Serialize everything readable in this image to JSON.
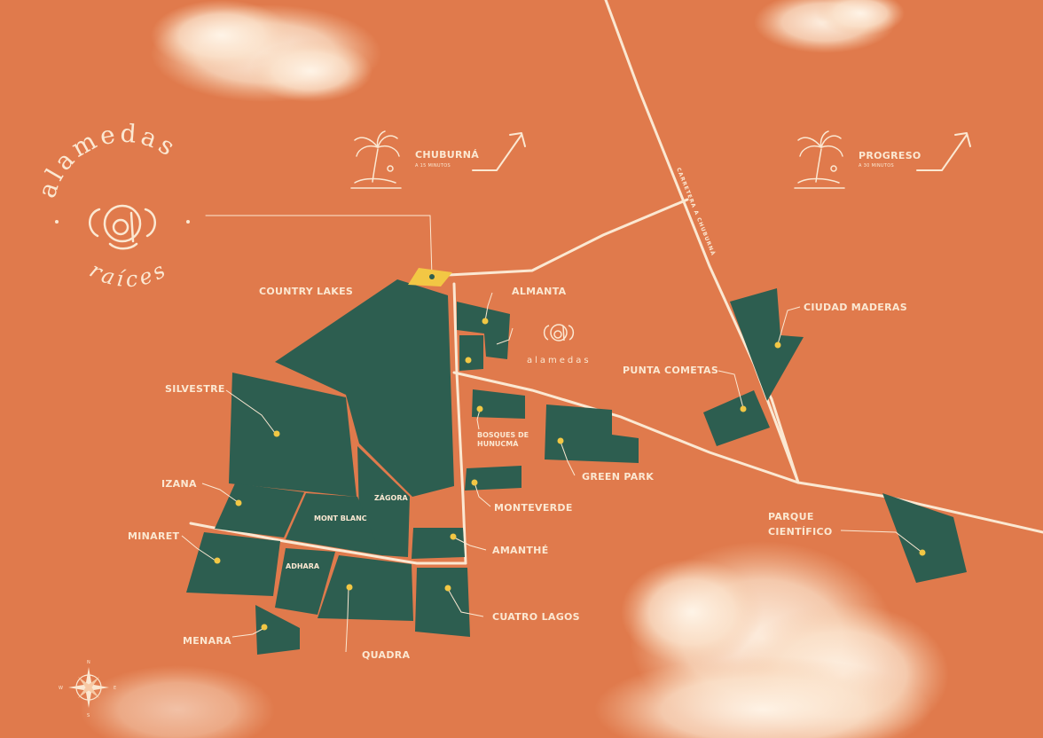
{
  "brand": {
    "top": "alamedas",
    "bottom": "raíces",
    "center_brand": "alamedas"
  },
  "destinations": {
    "chuburna": {
      "name": "CHUBURNÁ",
      "time": "A 15 MINUTOS"
    },
    "progreso": {
      "name": "PROGRESO",
      "time": "A 30 MINUTOS"
    }
  },
  "road_label": "CARRETERA A CHUBURNÁ",
  "developments": {
    "country_lakes": "COUNTRY LAKES",
    "almanta": "ALMANTA",
    "ciudad_maderas": "CIUDAD MADERAS",
    "punta_cometas": "PUNTA COMETAS",
    "silvestre": "SILVESTRE",
    "bosques_line1": "BOSQUES DE",
    "bosques_line2": "HUNUCMÁ",
    "green_park": "GREEN PARK",
    "izana": "IZANA",
    "zagora": "ZÁGORA",
    "mont_blanc": "MONT BLANC",
    "monteverde": "MONTEVERDE",
    "parque_line1": "PARQUE",
    "parque_line2": "CIENTÍFICO",
    "minaret": "MINARET",
    "amanthe": "AMANTHÉ",
    "adhara": "ADHARA",
    "cuatro_lagos": "CUATRO LAGOS",
    "menara": "MENARA",
    "quadra": "QUADRA"
  },
  "compass": {
    "n": "N",
    "s": "S",
    "e": "E",
    "w": "W"
  },
  "colors": {
    "background": "#e07a4c",
    "parcel": "#2d5e50",
    "road": "#fbe8d2",
    "marker": "#f2c744",
    "highlight": "#f2c744",
    "cloud": "#fdeede"
  }
}
